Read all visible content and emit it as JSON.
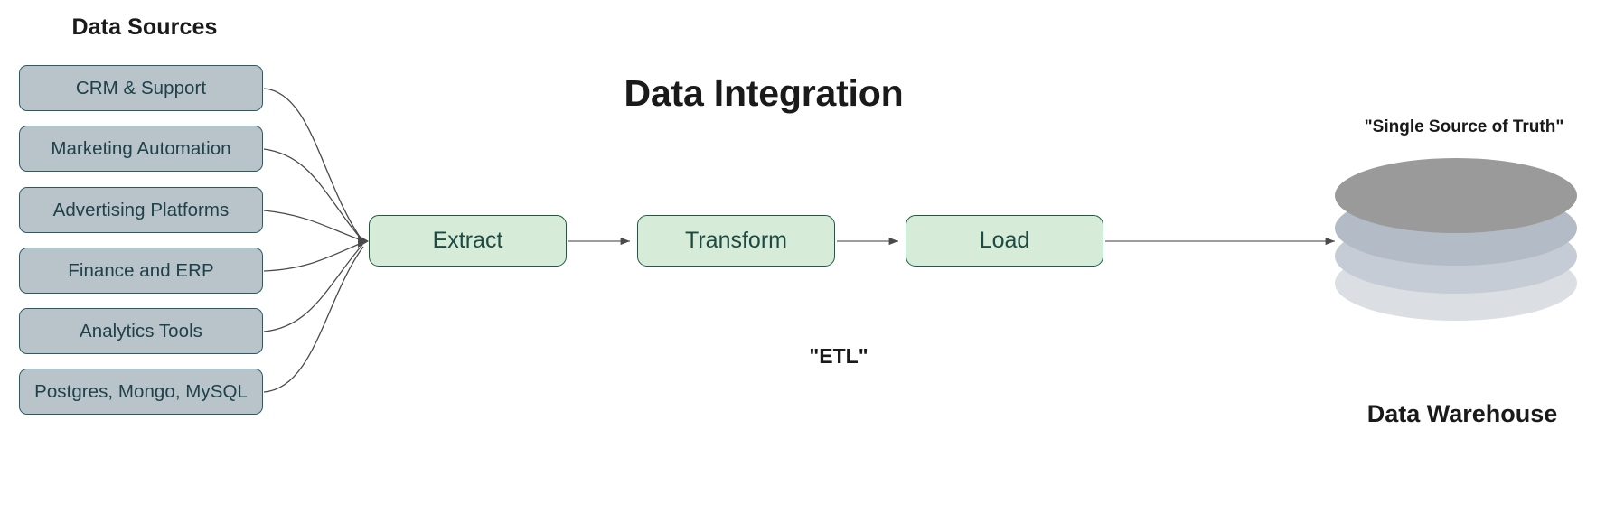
{
  "diagram": {
    "title": "Data Integration",
    "background_color": "#ffffff"
  },
  "sources": {
    "heading": "Data Sources",
    "box_fill": "#b9c4ca",
    "box_border": "#2c5c63",
    "text_color": "#20414a",
    "items": [
      {
        "label": "CRM & Support"
      },
      {
        "label": "Marketing Automation"
      },
      {
        "label": "Advertising Platforms"
      },
      {
        "label": "Finance and ERP"
      },
      {
        "label": "Analytics Tools"
      },
      {
        "label": "Postgres, Mongo, MySQL"
      }
    ]
  },
  "pipeline": {
    "caption": "\"ETL\"",
    "box_fill": "#d7ecd8",
    "box_border": "#1d5b41",
    "text_color": "#1d4a43",
    "stages": [
      {
        "label": "Extract"
      },
      {
        "label": "Transform"
      },
      {
        "label": "Load"
      }
    ]
  },
  "warehouse": {
    "top_caption": "\"Single Source of Truth\"",
    "bottom_caption": "Data Warehouse",
    "disc_colors": [
      "#9a9a9a",
      "#b3bcc6",
      "#c5ccd5",
      "#dbdfe4"
    ]
  }
}
